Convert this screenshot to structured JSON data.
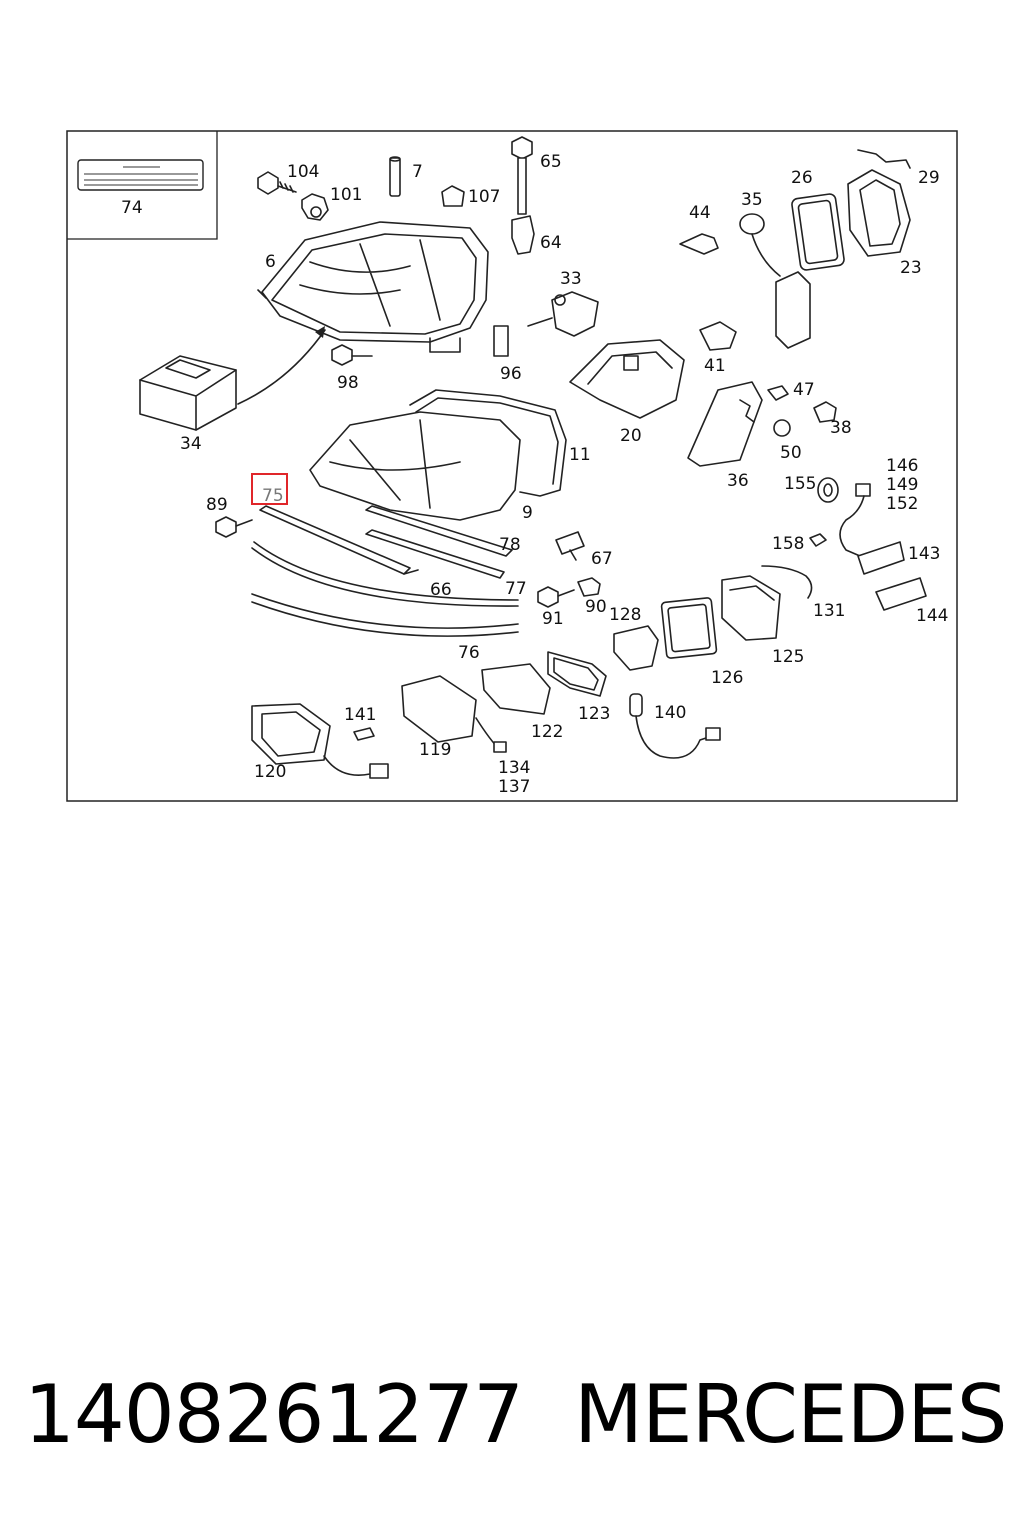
{
  "diagram": {
    "highlighted_part": "75",
    "labels": {
      "l74": "74",
      "l104": "104",
      "l101": "101",
      "l7": "7",
      "l107": "107",
      "l65": "65",
      "l64": "64",
      "l44": "44",
      "l35": "35",
      "l26": "26",
      "l29": "29",
      "l23": "23",
      "l6": "6",
      "l33": "33",
      "l98": "98",
      "l96": "96",
      "l41": "41",
      "l47": "47",
      "l34": "34",
      "l20": "20",
      "l50": "50",
      "l38": "38",
      "l11": "11",
      "l36": "36",
      "l146": "146",
      "l149": "149",
      "l152": "152",
      "l155": "155",
      "l89": "89",
      "l75": "75",
      "l9": "9",
      "l78": "78",
      "l67": "67",
      "l158": "158",
      "l143": "143",
      "l66": "66",
      "l77": "77",
      "l91": "91",
      "l90": "90",
      "l128": "128",
      "l131": "131",
      "l144": "144",
      "l76": "76",
      "l126": "126",
      "l125": "125",
      "l141": "141",
      "l123": "123",
      "l140": "140",
      "l122": "122",
      "l119": "119",
      "l120": "120",
      "l134": "134",
      "l137": "137"
    }
  },
  "caption": {
    "part_number": "1408261277",
    "brand": "MERCEDES"
  }
}
